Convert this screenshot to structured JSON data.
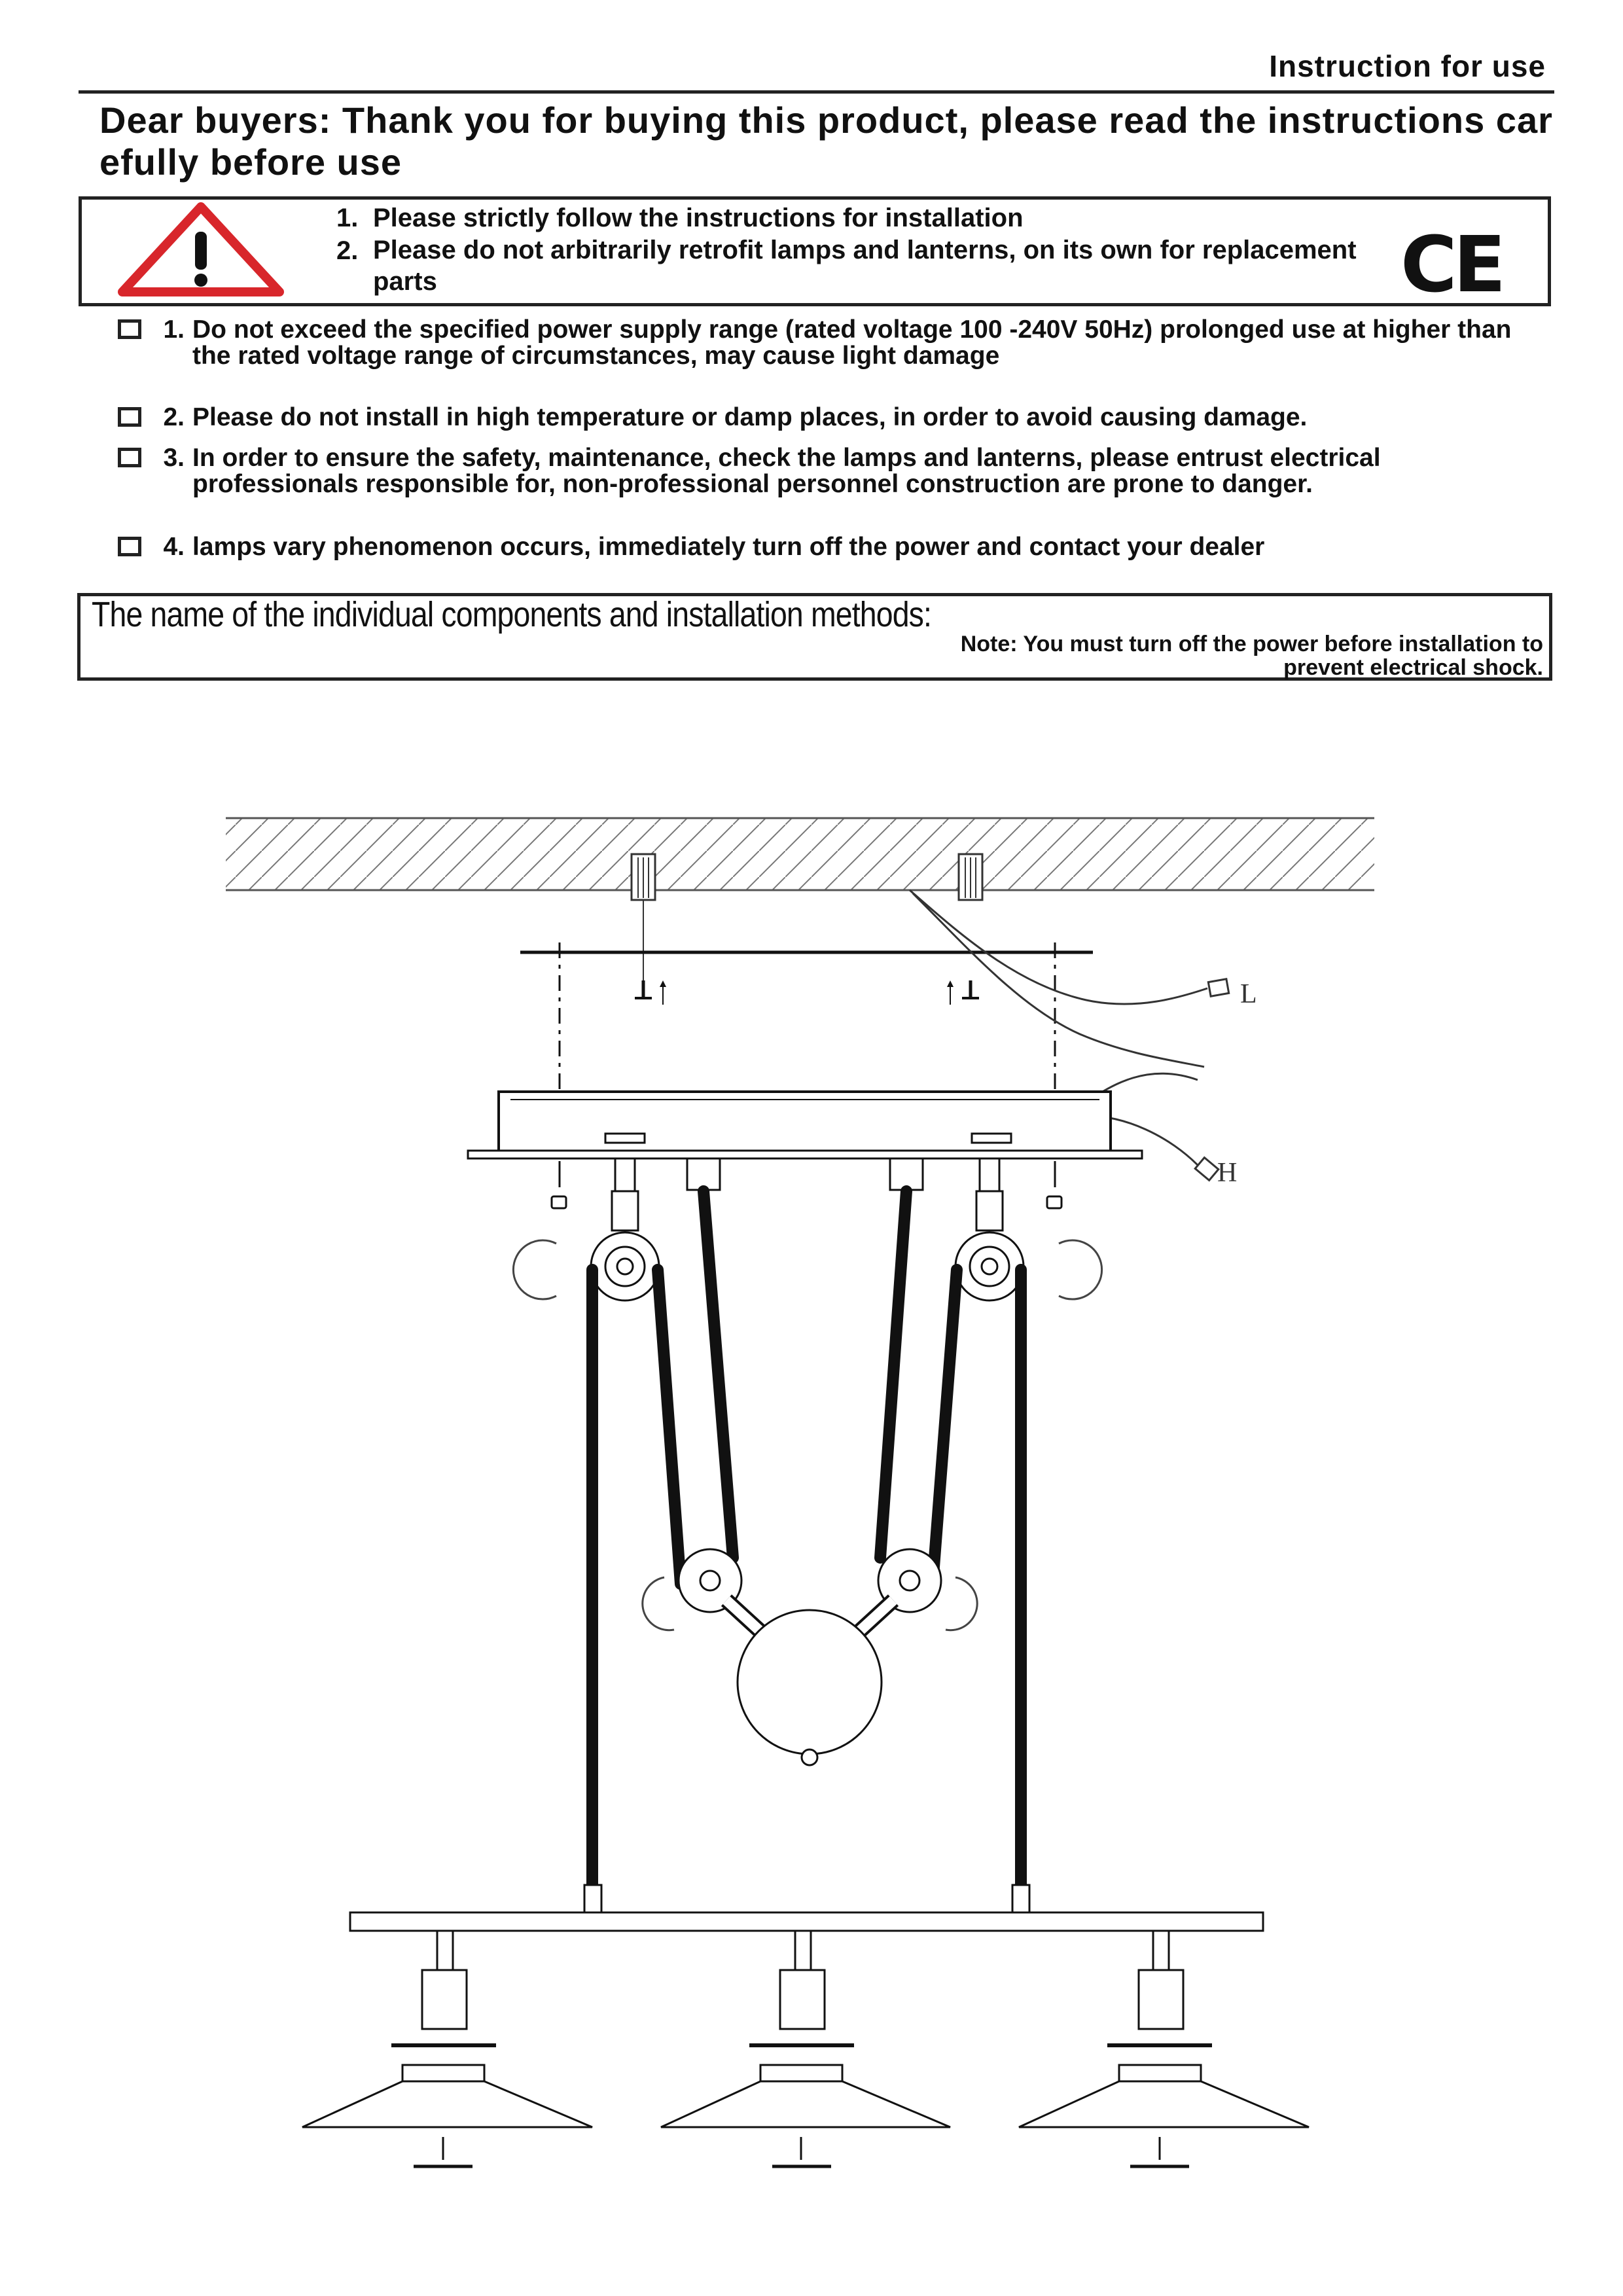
{
  "header": {
    "title": "Instruction for use",
    "greeting": "Dear buyers: Thank you for buying this product, please read the instructions carefully before use"
  },
  "warning_box": {
    "icon": "warning-triangle-icon",
    "items": [
      {
        "num": "1.",
        "text": "Please strictly follow the instructions for installation"
      },
      {
        "num": "2.",
        "text": "Please do not arbitrarily retrofit lamps and lanterns, on its own for replacement parts"
      }
    ],
    "certification_mark": "CE"
  },
  "notices": [
    {
      "num": "1.",
      "text": "Do not exceed the specified power supply range (rated voltage 100 -240V 50Hz) prolonged use at higher than the rated voltage range of circumstances, may cause light damage"
    },
    {
      "num": "2.",
      "text": "Please do not install in high temperature or damp places, in order to avoid causing damage."
    },
    {
      "num": "3.",
      "text": "In order to ensure the safety, maintenance, check the lamps and lanterns, please entrust electrical professionals responsible for, non-professional personnel construction are prone to danger."
    },
    {
      "num": "4.",
      "text": "lamps vary phenomenon occurs, immediately turn off the power and contact your dealer"
    }
  ],
  "components": {
    "title": "The name of the individual components and installation methods:",
    "note": "Note: You must turn off the power before installation to prevent electrical shock."
  },
  "diagram": {
    "wire_label_live": "L",
    "wire_label_neutral": "H",
    "warning_color": "#d8262b"
  }
}
